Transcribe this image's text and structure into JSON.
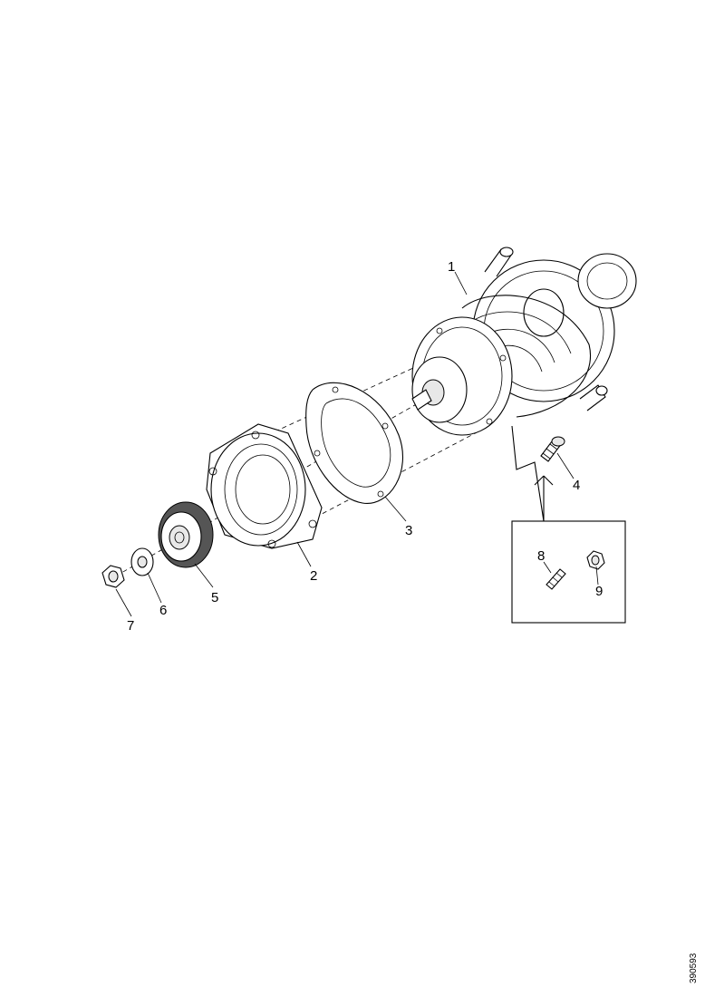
{
  "callouts": {
    "c1": "1",
    "c2": "2",
    "c3": "3",
    "c4": "4",
    "c5": "5",
    "c6": "6",
    "c7": "7",
    "c8": "8",
    "c9": "9"
  },
  "reference_code": "390593"
}
